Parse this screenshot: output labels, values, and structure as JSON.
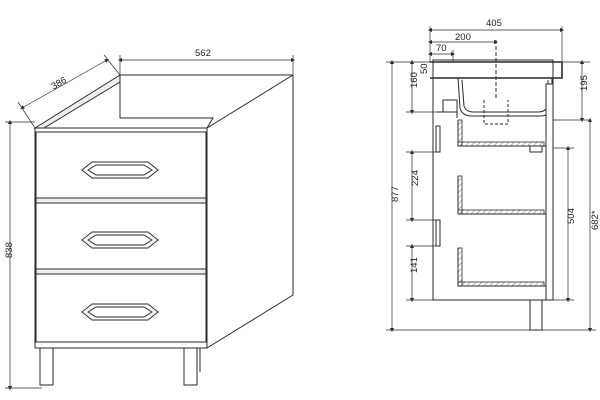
{
  "front_view": {
    "width": "562",
    "depth": "386",
    "height": "838"
  },
  "side_view": {
    "total_width": "405",
    "basin_offset": "200",
    "edge_offset": "70",
    "top_thickness": "50",
    "basin_depth": "160",
    "drawer_gap_upper": "224",
    "drawer_gap_lower": "141",
    "total_height": "877",
    "right_top": "195",
    "inner_height": "504",
    "outer_height": "682*"
  }
}
